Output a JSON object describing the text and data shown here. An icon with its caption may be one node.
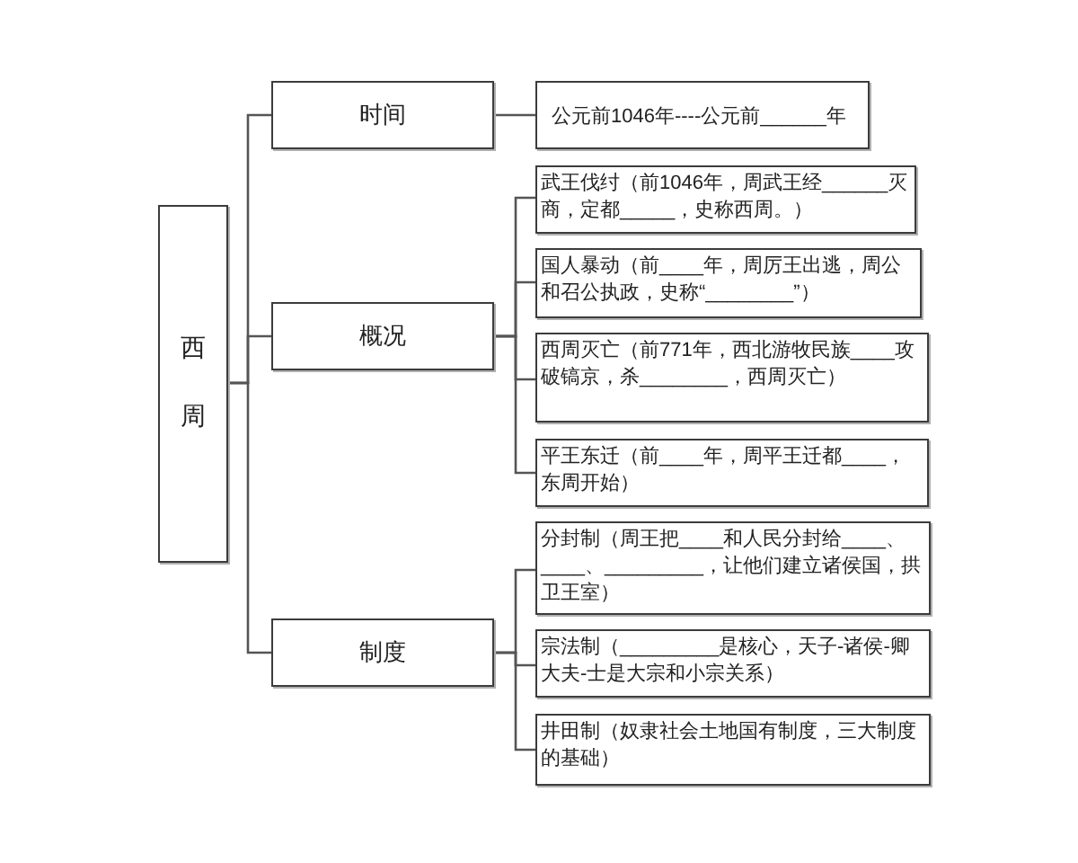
{
  "diagram": {
    "nodes": [
      {
        "text": [
          "西周"
        ]
      },
      {
        "text": [
          "时间"
        ]
      },
      {
        "text": [
          "概况"
        ]
      },
      {
        "text": [
          "制度"
        ]
      },
      {
        "text": [
          "公元前1046年----公元前______年"
        ]
      },
      {
        "text": [
          "武王伐纣（前1046年，周武王经______灭商，定都_____，史称西周。）"
        ]
      },
      {
        "text": [
          "国人暴动（前____年，周厉王出逃，周公和召公执政，史称“________”）"
        ]
      },
      {
        "text": [
          "西周灭亡（前771年，西北游牧民族____攻破镐京，杀________，西周灭亡）"
        ]
      },
      {
        "text": [
          "平王东迁（前____年，周平王迁都____，东周开始）"
        ]
      },
      {
        "text": [
          "分封制（周王把____和人民分封给____、____、_________，让他们建立诸侯国，拱卫王室）"
        ]
      },
      {
        "text": [
          "宗法制（_________是核心，天子-诸侯-卿大夫-士是大宗和小宗关系）"
        ]
      },
      {
        "text": [
          "井田制（奴隶社会土地国有制度，三大制度的基础）"
        ]
      }
    ],
    "edges": [
      {
        "from": 0,
        "to": 1,
        "arrow": "none"
      },
      {
        "from": 0,
        "to": 2,
        "arrow": "none"
      },
      {
        "from": 0,
        "to": 3,
        "arrow": "none"
      },
      {
        "from": 1,
        "to": 4,
        "arrow": "none"
      },
      {
        "from": 2,
        "to": 5,
        "arrow": "none"
      },
      {
        "from": 2,
        "to": 6,
        "arrow": "none"
      },
      {
        "from": 2,
        "to": 7,
        "arrow": "none"
      },
      {
        "from": 2,
        "to": 8,
        "arrow": "none"
      },
      {
        "from": 3,
        "to": 9,
        "arrow": "none"
      },
      {
        "from": 3,
        "to": 10,
        "arrow": "none"
      },
      {
        "from": 3,
        "to": 11,
        "arrow": "none"
      }
    ]
  }
}
